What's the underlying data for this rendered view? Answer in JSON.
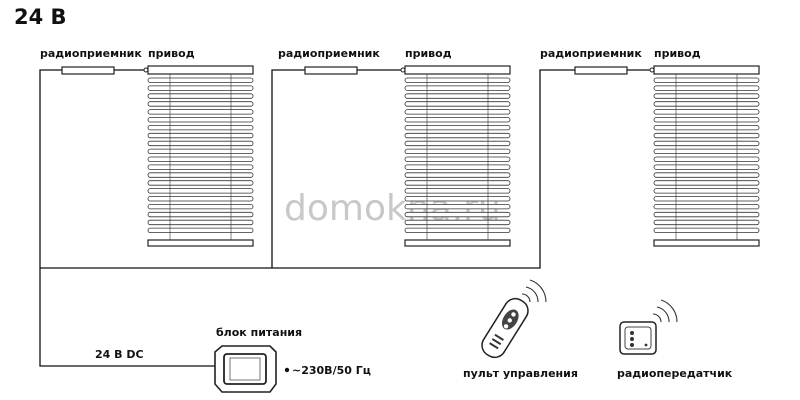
{
  "title": "24 В",
  "watermark": "domokna.ru",
  "blinds": [
    {
      "receiver_label": "радиоприемник",
      "drive_label": "привод"
    },
    {
      "receiver_label": "радиоприемник",
      "drive_label": "привод"
    },
    {
      "receiver_label": "радиоприемник",
      "drive_label": "привод"
    }
  ],
  "power_supply": {
    "label": "блок питания",
    "dc_label": "24 В DC",
    "ac_label": "~230В/50 Гц"
  },
  "remote_label": "пульт управления",
  "transmitter_label": "радиопередатчик"
}
